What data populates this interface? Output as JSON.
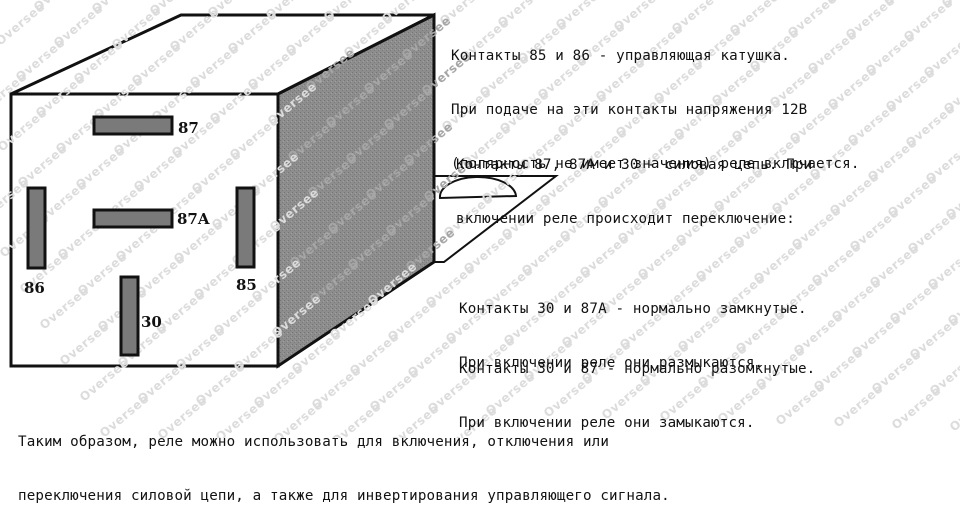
{
  "watermark": "Oversee",
  "colors": {
    "outline": "#111111",
    "side_face": "#8d8d8d",
    "side_texture": "#6f6f6f",
    "pin": "#7a7a7a",
    "watermark_on_white": "#dcdcdc",
    "watermark_on_gray": "#a6a6a6",
    "text": "#121212"
  },
  "pins": {
    "p87": "87",
    "p87a": "87A",
    "p86": "86",
    "p85": "85",
    "p30": "30"
  },
  "notes": {
    "coil": [
      "Контакты 85 и 86 - управляющая катушка.",
      "При подаче на эти контакты напряжения 12В",
      "(полярность не имеет значения) реле включается."
    ],
    "power": [
      "Контакты 87, 87А и 30 - силовая цепь. При",
      "включении реле происходит переключение:"
    ],
    "nc": [
      "Контакты 30 и 87А - нормально замкнутые.",
      "При включении реле они размыкаются."
    ],
    "no": [
      "Контакты 30 и 87 - нормально разомкнутые.",
      "При включении реле они замыкаются."
    ],
    "summary": [
      "Таким образом, реле можно использовать для включения, отключения или",
      "переключения силовой цепи, а также для инвертирования управляющего сигнала."
    ]
  }
}
